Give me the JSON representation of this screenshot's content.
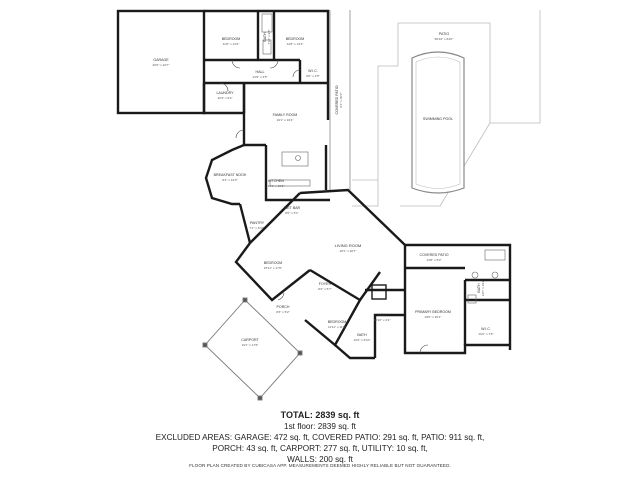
{
  "rooms": {
    "garage": {
      "name": "GARAGE",
      "dim": "20'0\" x 22'7\""
    },
    "bedroom_nw": {
      "name": "BEDROOM",
      "dim": "11'6\" x 13'2\""
    },
    "bath_n": {
      "name": "BATH",
      "dim": "7'10\" x 9'3\""
    },
    "bedroom_n": {
      "name": "BEDROOM",
      "dim": "12'8\" x 13'2\""
    },
    "hall_n": {
      "name": "HALL",
      "dim": "13'9\" x 3'5\""
    },
    "wic_n": {
      "name": "W.I.C.",
      "dim": "9'0\" x 2'5\""
    },
    "laundry": {
      "name": "LAUNDRY",
      "dim": "10'4\" x 6'4\""
    },
    "family": {
      "name": "FAMILY ROOM",
      "dim": "19'1\" x 16'4\""
    },
    "covered_patio_e": {
      "name": "COVERED PATIO",
      "dim": "6'1\" x 40'0\""
    },
    "patio": {
      "name": "PATIO",
      "dim": "50'10\" x 64'0\""
    },
    "pool": {
      "name": "SWIMMING POOL",
      "dim": ""
    },
    "breakfast": {
      "name": "BREAKFAST NOOK",
      "dim": "8'4\" x 12'0\""
    },
    "kitchen": {
      "name": "KITCHEN",
      "dim": "16'1\" x 16'2\""
    },
    "wet_bar": {
      "name": "WET BAR",
      "dim": "8'0\" x 5'1\""
    },
    "pantry": {
      "name": "PANTRY",
      "dim": "7'1\" x 6'10\""
    },
    "living": {
      "name": "LIVING ROOM",
      "dim": "18'1\" x 20'7\""
    },
    "covered_patio_s": {
      "name": "COVERED PATIO",
      "dim": "13'8\" x 5'0\""
    },
    "bath_e": {
      "name": "BATH",
      "dim": "14'0\" x 9'11\""
    },
    "bedroom_w": {
      "name": "BEDROOM",
      "dim": "15'11\" x 17'0\""
    },
    "foyer": {
      "name": "FOYER",
      "dim": "8'2\" x 5'7\""
    },
    "porch": {
      "name": "PORCH",
      "dim": "8'3\" x 5'2\""
    },
    "primary": {
      "name": "PRIMARY BEDROOM",
      "dim": "18'0\" x 20'1\""
    },
    "wic_e": {
      "name": "W.I.C.",
      "dim": "10'2\" x 7'6\""
    },
    "hall_s": {
      "name": "HALL",
      "dim": "10'10\" x 4'2\""
    },
    "bedroom_s": {
      "name": "BEDROOM",
      "dim": "11'11\" x 11'9\""
    },
    "bath_s": {
      "name": "BATH",
      "dim": "10'2\" x 6'10\""
    },
    "carport": {
      "name": "CARPORT",
      "dim": "16'1\" x 17'6\""
    }
  },
  "summary": {
    "total": "TOTAL: 2839 sq. ft",
    "first_floor": "1st floor: 2839 sq. ft",
    "excluded_1": "EXCLUDED AREAS: GARAGE: 472 sq. ft, COVERED PATIO: 291 sq. ft, PATIO: 911 sq. ft,",
    "excluded_2": "PORCH: 43 sq. ft, CARPORT: 277 sq. ft, UTILITY: 10 sq. ft,",
    "walls": "WALLS: 200 sq. ft"
  },
  "footer": "FLOOR PLAN CREATED BY CUBICASA APP. MEASUREMENTS DEEMED HIGHLY RELIABLE BUT NOT GUARANTEED."
}
